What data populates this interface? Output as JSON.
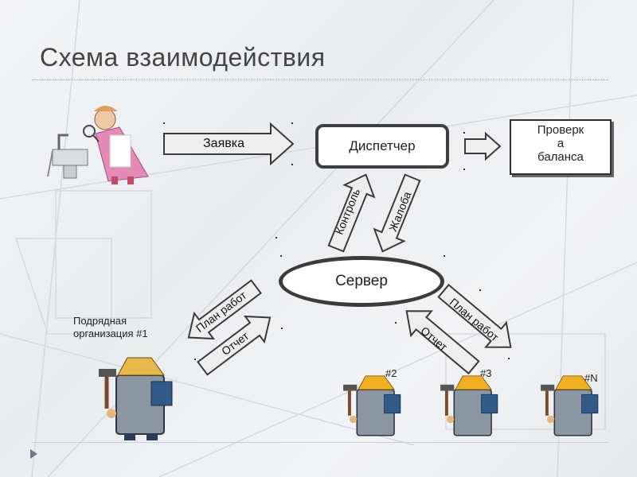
{
  "slide": {
    "title": "Схема взаимодействия"
  },
  "nodes": {
    "request": "Заявка",
    "dispatcher": "Диспетчер",
    "balance_check": "Проверк\nа\nбаланса",
    "server": "Сервер"
  },
  "arrows": {
    "control": "Контроль",
    "complaint": "Жалоба",
    "work_plan_left": "План работ",
    "report_left": "Отчет",
    "work_plan_right": "План работ",
    "report_right": "Отчет"
  },
  "contractors": {
    "first_label": "Подрядная\nорганизация #1",
    "n2": "#2",
    "n3": "#3",
    "nN": "#N"
  },
  "colors": {
    "arrow_fill": "#eeeeee",
    "arrow_stroke": "#3a3a3a",
    "box_border": "#3b3b3b",
    "figure_dress": "#e58ab8",
    "tech_body": "#8b96a3",
    "tech_helmet": "#e8b84a",
    "tech_helmet_right": "#f0b020"
  }
}
